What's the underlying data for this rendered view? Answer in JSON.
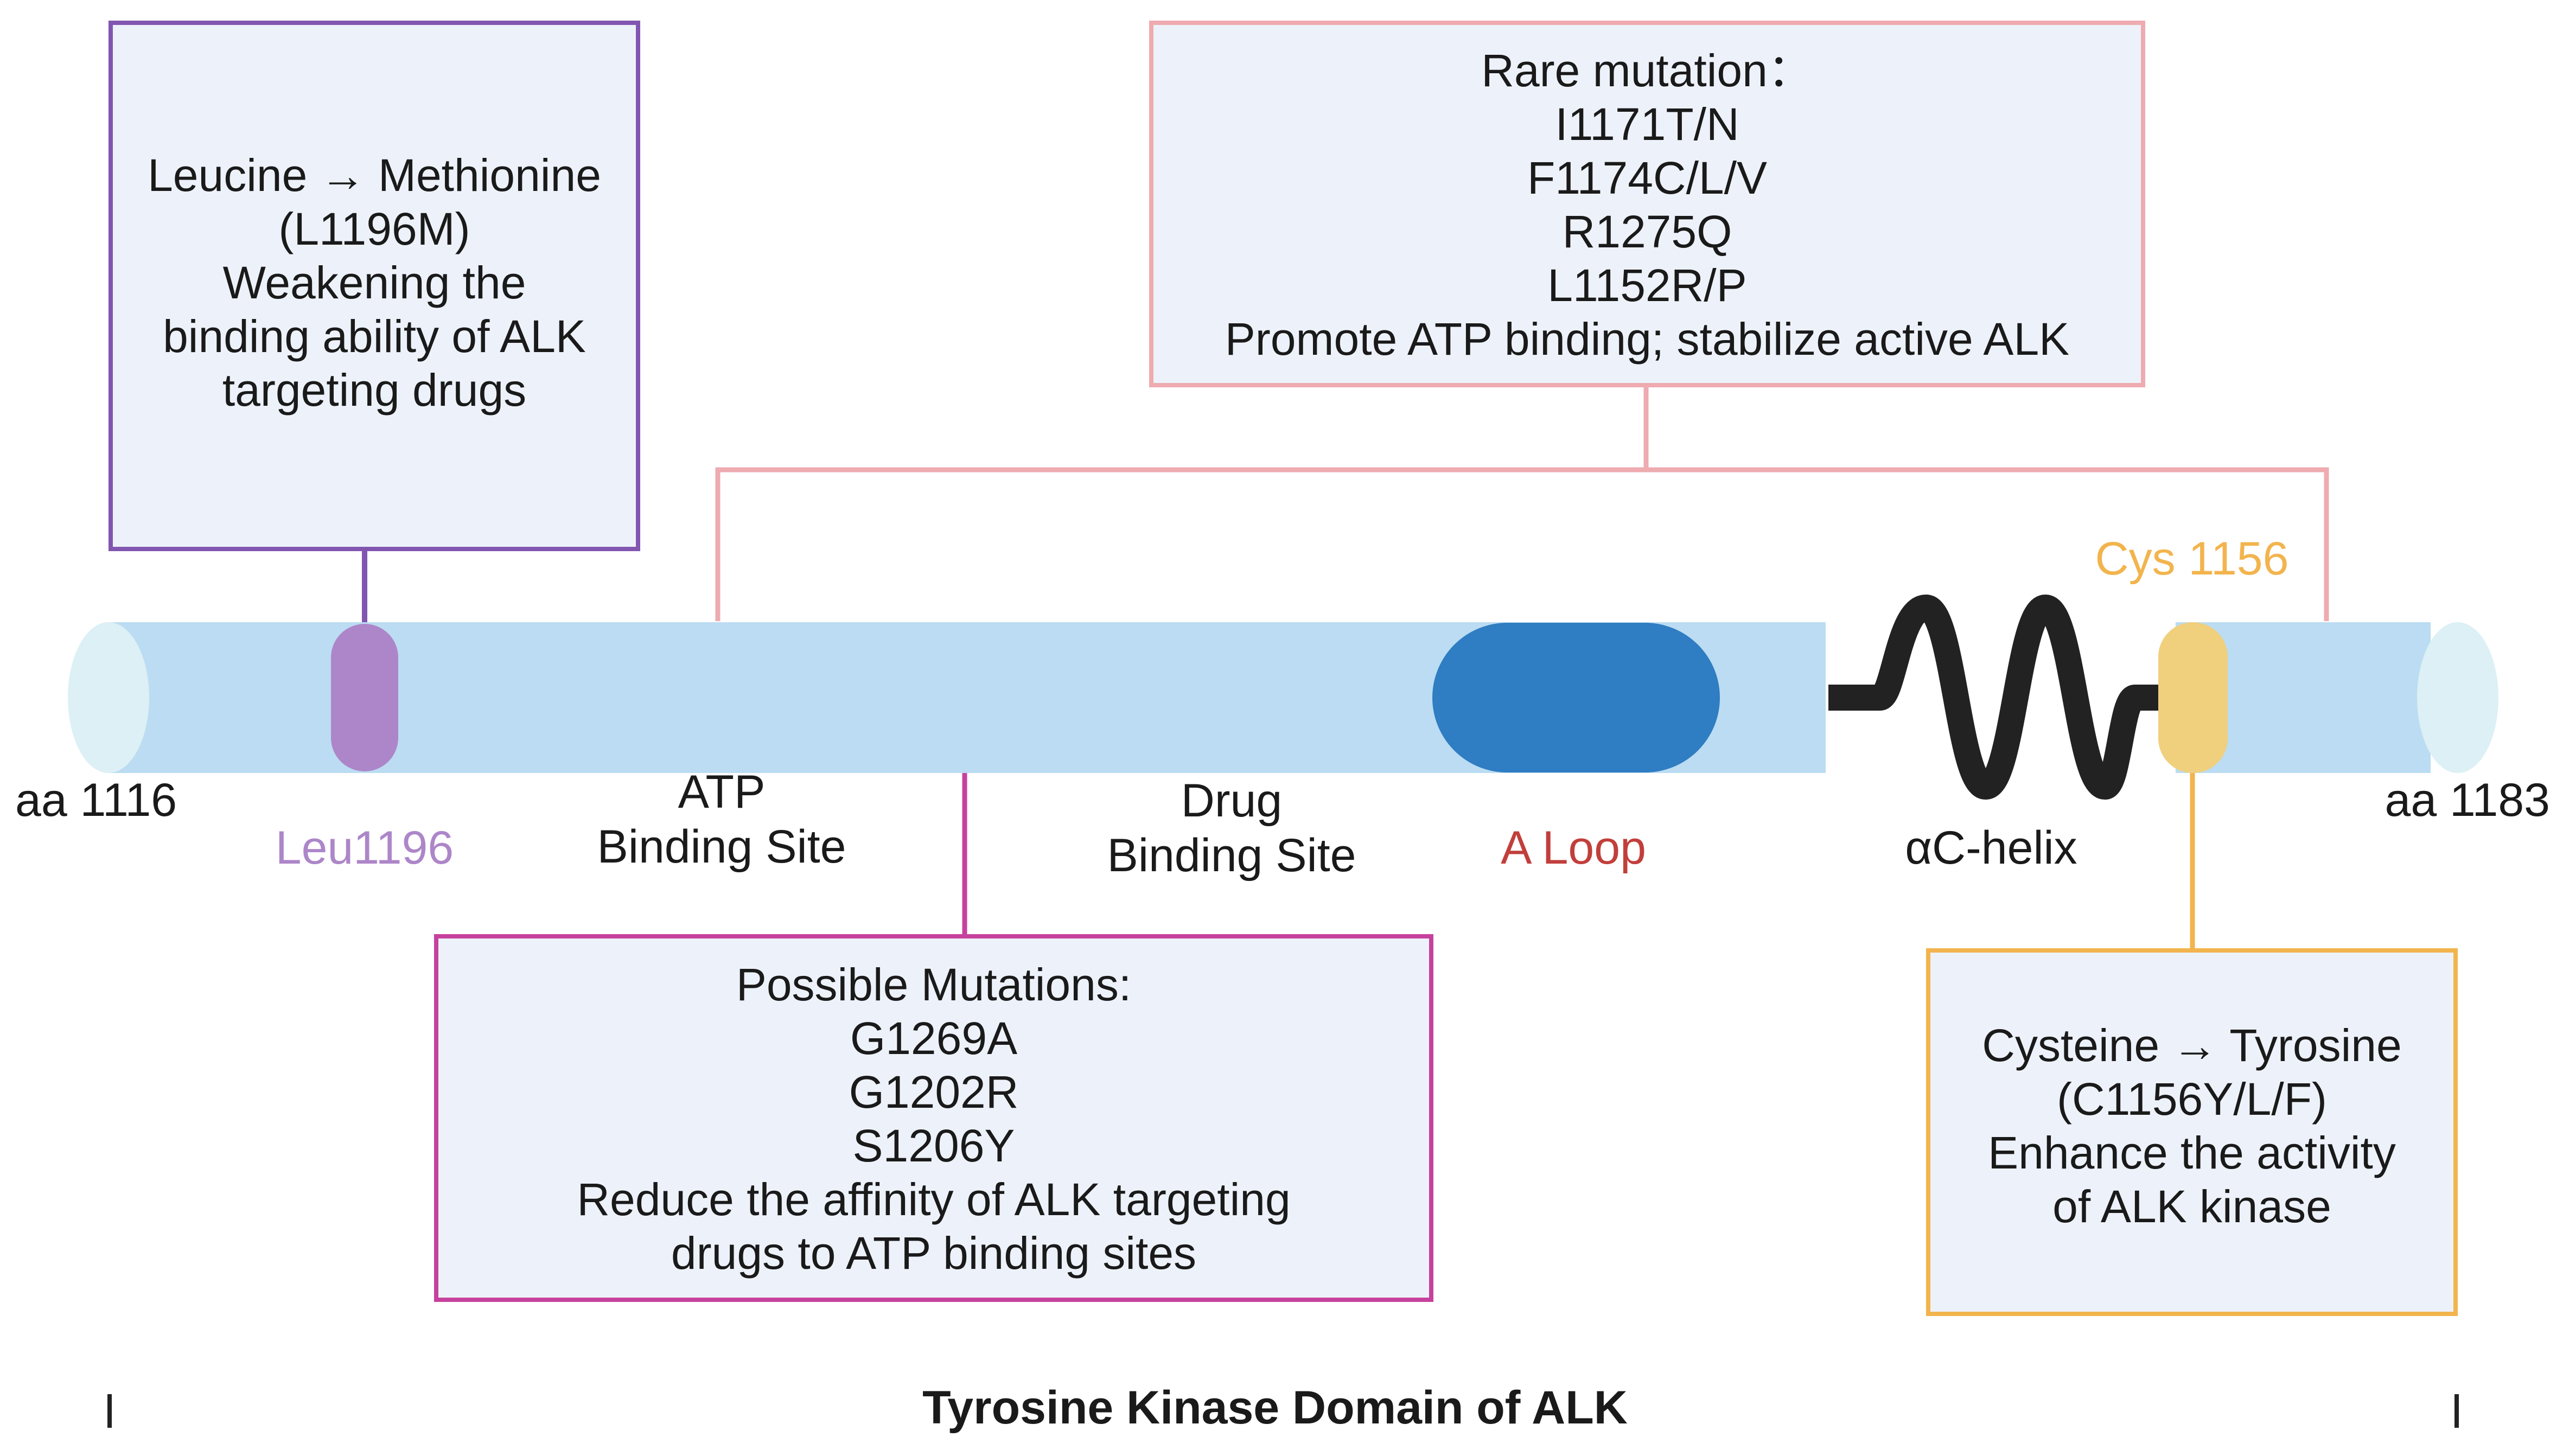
{
  "colors": {
    "tube": "#bbdcf2",
    "tube_cap": "#dcf0f5",
    "leu": "#ad86c9",
    "leu_box_border": "#8155b0",
    "rare_border": "#eeabb0",
    "possible_border": "#c6419e",
    "a_loop": "#2f7dc2",
    "a_loop_text": "#c13f3b",
    "cys": "#f0cf7d",
    "cys_text": "#f2b44d",
    "cys_border": "#f2b44d",
    "helix": "#222222",
    "box_fill": "#edf2fa"
  },
  "labels": {
    "aa_start": "aa 1116",
    "aa_end": "aa 1183",
    "leu": "Leu1196",
    "atp_line1": "ATP",
    "atp_line2": "Binding Site",
    "drug_line1": "Drug",
    "drug_line2": "Binding Site",
    "a_loop": "A Loop",
    "helix": "αC-helix",
    "cys": "Cys 1156"
  },
  "boxes": {
    "l1196m": {
      "lines": [
        "Leucine → Methionine",
        "(L1196M)",
        "Weakening the",
        "binding ability of ALK",
        "targeting drugs"
      ]
    },
    "rare": {
      "lines": [
        "Rare mutation：",
        "I1171T/N",
        "F1174C/L/V",
        "R1275Q",
        "L1152R/P",
        "Promote ATP binding; stabilize active ALK"
      ]
    },
    "possible": {
      "lines": [
        "Possible Mutations:",
        "G1269A",
        "G1202R",
        "S1206Y",
        "Reduce the affinity of ALK targeting",
        "drugs to ATP binding sites"
      ]
    },
    "cys": {
      "lines": [
        "Cysteine → Tyrosine",
        "(C1156Y/L/F)",
        "Enhance the activity",
        "of ALK kinase"
      ]
    }
  },
  "domain_label": "Tyrosine Kinase Domain of ALK"
}
